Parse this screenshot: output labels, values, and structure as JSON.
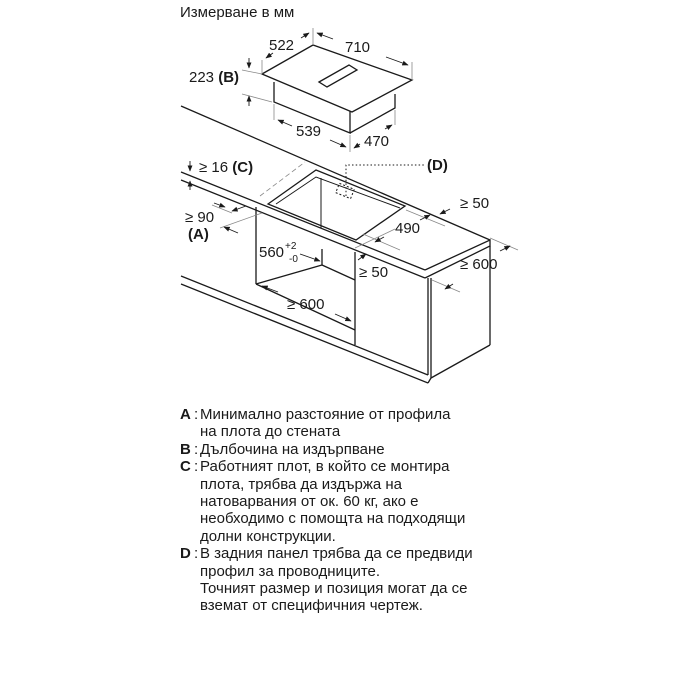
{
  "header": {
    "title": "Измерване в мм"
  },
  "diagram": {
    "hob": {
      "width_top": "710",
      "depth_top": "522",
      "height": "223",
      "height_ref": "(B)",
      "width_bottom": "539",
      "depth_bottom": "470"
    },
    "worktop": {
      "thickness": "≥ 16",
      "thickness_ref": "(C)",
      "wall_clearance": "≥ 90",
      "wall_clearance_ref": "(A)",
      "cutout_width": "560",
      "cutout_tol_plus": "+2",
      "cutout_tol_minus": "-0",
      "cutout_depth": "490",
      "rear_margin": "≥ 50",
      "front_margin": "≥ 50",
      "worktop_depth": "≥ 600",
      "cabinet_width": "≥ 600",
      "cable_profile_ref": "(D)"
    }
  },
  "legend": [
    {
      "key": "A",
      "lines": [
        "Минимално разстояние от профила",
        "на плота до стената"
      ]
    },
    {
      "key": "B",
      "lines": [
        "Дълбочина на издърпване"
      ]
    },
    {
      "key": "C",
      "lines": [
        "Работният плот, в който се монтира",
        "плота, трябва да издържа на",
        "натоварвания от ок. 60 кг, ако е",
        "необходимо с помощта на подходящи",
        "долни конструкции."
      ]
    },
    {
      "key": "D",
      "lines": [
        "В задния панел трябва да се предвиди",
        "профил за проводниците.",
        "Точният размер и позиция могат да се",
        "вземат от специфичния чертеж."
      ]
    }
  ]
}
